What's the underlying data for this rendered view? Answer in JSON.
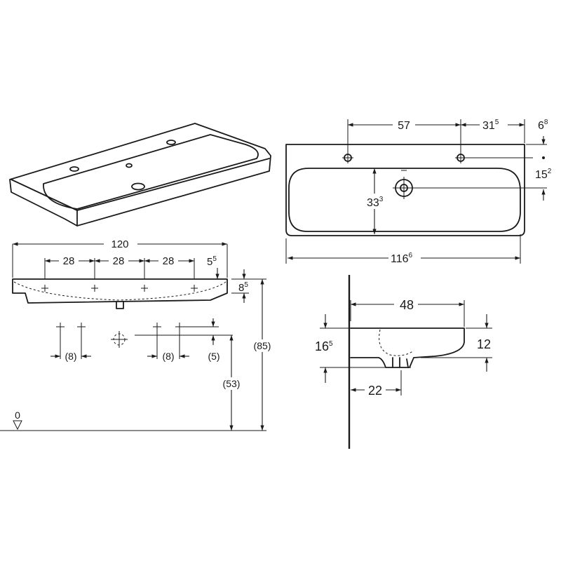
{
  "drawing": {
    "front": {
      "overall_width": "120",
      "spacing_1": "28",
      "spacing_2": "28",
      "spacing_3": "28",
      "edge_offset": {
        "base": "5",
        "sup": "5"
      },
      "rim_height": {
        "base": "8",
        "sup": "5"
      },
      "tap_offset_left": "(8)",
      "tap_offset_right": "(8)",
      "tap_height": "(5)",
      "outlet_height": "(53)",
      "total_height": "(85)",
      "floor_level": "0"
    },
    "top": {
      "hole_spacing": "57",
      "hole_to_edge": {
        "base": "31",
        "sup": "5"
      },
      "hole_depth": {
        "base": "6",
        "sup": "8"
      },
      "drain_depth": {
        "base": "15",
        "sup": "2"
      },
      "bowl_depth": {
        "base": "33",
        "sup": "3"
      },
      "bowl_width": {
        "base": "116",
        "sup": "6"
      }
    },
    "side": {
      "projection": "48",
      "outer_height": {
        "base": "16",
        "sup": "5"
      },
      "inner_height": "12",
      "waste_offset": "22"
    }
  }
}
